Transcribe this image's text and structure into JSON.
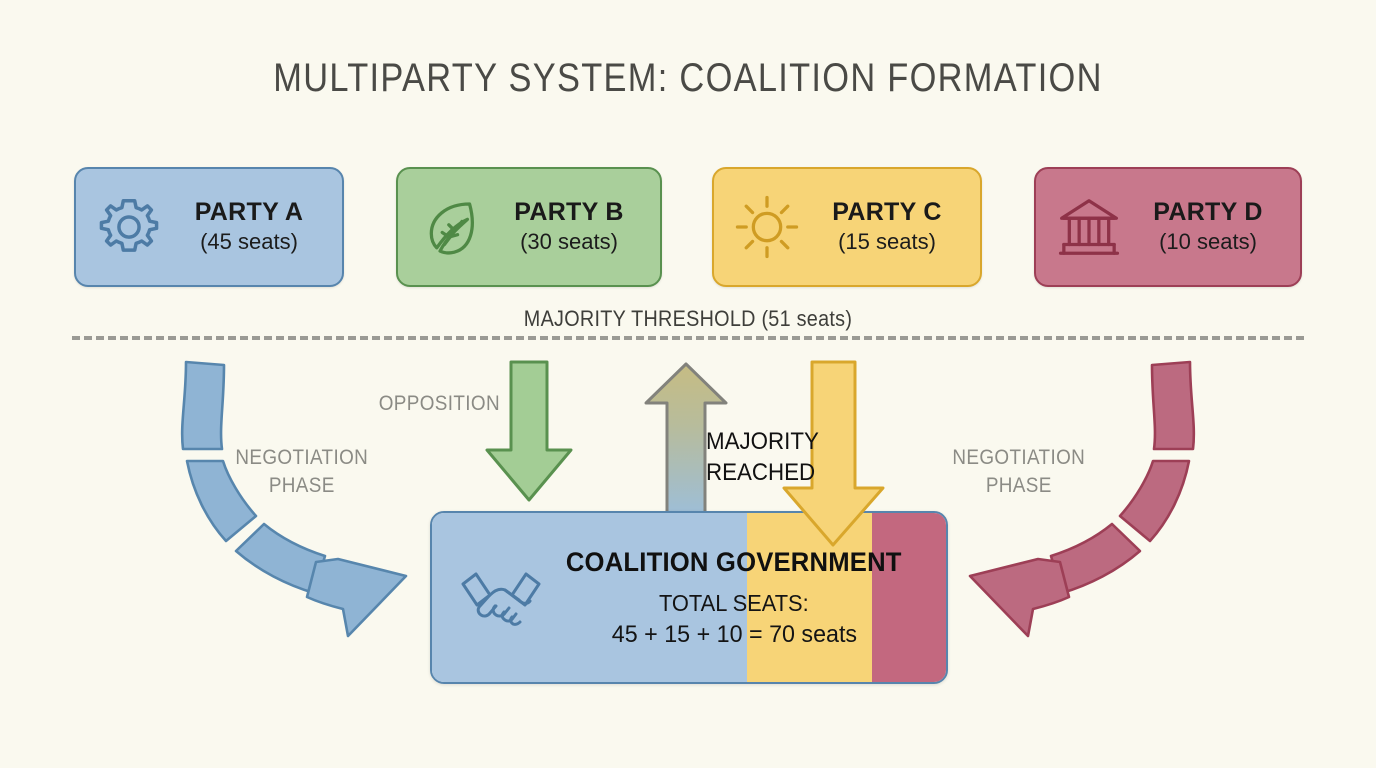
{
  "title": "MULTIPARTY SYSTEM: COALITION FORMATION",
  "background_color": "#faf9ef",
  "parties": [
    {
      "id": "a",
      "name": "PARTY A",
      "seats_label": "(45 seats)",
      "seats": 45,
      "icon": "gear-icon",
      "fill": "#a9c5e0",
      "stroke": "#5785ad"
    },
    {
      "id": "b",
      "name": "PARTY B",
      "seats_label": "(30 seats)",
      "seats": 30,
      "icon": "leaf-icon",
      "fill": "#a9cf9b",
      "stroke": "#59914f"
    },
    {
      "id": "c",
      "name": "PARTY C",
      "seats_label": "(15 seats)",
      "seats": 15,
      "icon": "sun-icon",
      "fill": "#f7d477",
      "stroke": "#d9a72c"
    },
    {
      "id": "d",
      "name": "PARTY D",
      "seats_label": "(10 seats)",
      "seats": 10,
      "icon": "bank-icon",
      "fill": "#c8788c",
      "stroke": "#9d3f56"
    }
  ],
  "threshold": {
    "label": "MAJORITY THRESHOLD (51 seats)",
    "seats": 51,
    "line_color": "#9a9a94",
    "line_style": "dashed"
  },
  "coalition": {
    "title": "COALITION GOVERNMENT",
    "seats_label": "TOTAL SEATS:",
    "seats_sum": "45 + 15 + 10 = 70 seats",
    "total_seats": 70,
    "member_parties": [
      "PARTY A",
      "PARTY C",
      "PARTY D"
    ],
    "icon": "handshake-icon",
    "segments": [
      {
        "party": "PARTY A",
        "color": "#a9c5e0",
        "seats": 45
      },
      {
        "party": "PARTY C",
        "color": "#f7d477",
        "seats": 15
      },
      {
        "party": "PARTY D",
        "color": "#c3687f",
        "seats": 10
      }
    ]
  },
  "annotations": {
    "opposition": "OPPOSITION",
    "negotiation_left": "NEGOTIATION\nPHASE",
    "negotiation_left_line1": "NEGOTIATION",
    "negotiation_left_line2": "PHASE",
    "negotiation_right_line1": "NEGOTIATION",
    "negotiation_right_line2": "PHASE",
    "majority_line1": "MAJORITY",
    "majority_line2": "REACHED"
  },
  "arrows": [
    {
      "name": "party-a-negotiation-arrow",
      "from": "PARTY A",
      "to": "COALITION GOVERNMENT",
      "style": "dashed-curve",
      "color": "#8fb4d4",
      "stroke": "#5785ad",
      "direction": "down-right"
    },
    {
      "name": "party-b-opposition-arrow",
      "from": "PARTY B",
      "to": "OPPOSITION",
      "style": "solid-straight",
      "color": "#a9cf9b",
      "stroke": "#59914f",
      "direction": "down"
    },
    {
      "name": "party-c-join-arrow",
      "from": "PARTY C",
      "to": "COALITION GOVERNMENT",
      "style": "solid-straight",
      "color": "#f7d477",
      "stroke": "#d9a72c",
      "direction": "down"
    },
    {
      "name": "party-d-negotiation-arrow",
      "from": "PARTY D",
      "to": "COALITION GOVERNMENT",
      "style": "dashed-curve",
      "color": "#c3687f",
      "stroke": "#9d3f56",
      "direction": "down-left"
    },
    {
      "name": "majority-reached-arrow",
      "from": "COALITION GOVERNMENT",
      "to": "MAJORITY THRESHOLD (51 seats)",
      "style": "gradient-straight",
      "color": "#b9b27e",
      "stroke": "#7f7f79",
      "direction": "up"
    }
  ]
}
